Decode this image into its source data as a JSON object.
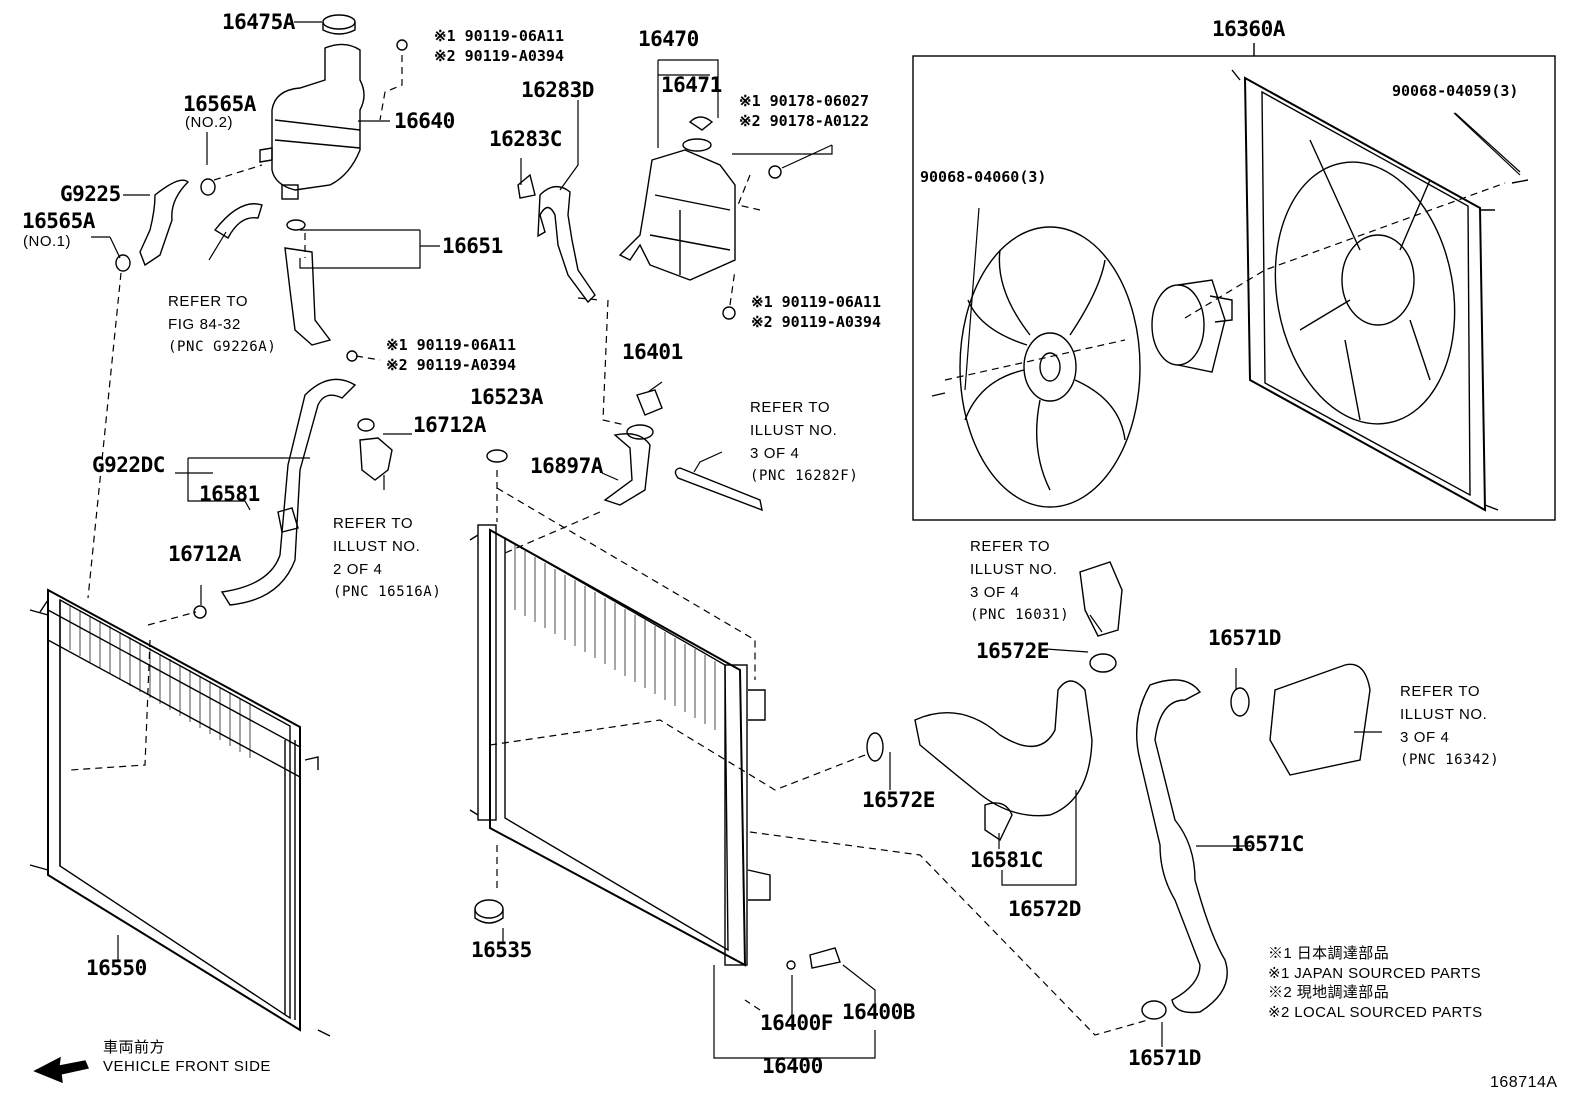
{
  "diagram_id": "168714A",
  "parts": {
    "p16475A": "16475A",
    "p16565A_2": "16565A",
    "p16565A_2_note": "(NO.2)",
    "p16640": "16640",
    "p16470": "16470",
    "p16471": "16471",
    "p16283D": "16283D",
    "p16283C": "16283C",
    "p16360A": "16360A",
    "pG9225": "G9225",
    "p16565A_1": "16565A",
    "p16565A_1_note": "(NO.1)",
    "p16651": "16651",
    "p16401": "16401",
    "p16523A": "16523A",
    "p16712A_top": "16712A",
    "pG922DC": "G922DC",
    "p16581": "16581",
    "p16897A": "16897A",
    "p16712A_low": "16712A",
    "p16572E_top": "16572E",
    "p16571D_top": "16571D",
    "p16572E_low": "16572E",
    "p16581C": "16581C",
    "p16571C": "16571C",
    "p16572D": "16572D",
    "p16550": "16550",
    "p16535": "16535",
    "p16400F": "16400F",
    "p16400B": "16400B",
    "p16400": "16400",
    "p16571D_low": "16571D"
  },
  "bolts": {
    "b1_line1": "※1 90119-06A11",
    "b1_line2": "※2 90119-A0394",
    "b2_line1": "※1 90178-06027",
    "b2_line2": "※2 90178-A0122",
    "b3_line1": "※1 90119-06A11",
    "b3_line2": "※2 90119-A0394",
    "b4_line1": "※1 90119-06A11",
    "b4_line2": "※2 90119-A0394",
    "fan_bolt_a": "90068-04059(3)",
    "fan_bolt_b": "90068-04060(3)"
  },
  "refs": {
    "r1": {
      "l1": "REFER TO",
      "l2": "FIG 84-32",
      "l3": "(PNC G9226A)"
    },
    "r2": {
      "l1": "REFER TO",
      "l2": "ILLUST NO.",
      "l3": "3 OF 4",
      "l4": "(PNC 16282F)"
    },
    "r3": {
      "l1": "REFER TO",
      "l2": "ILLUST NO.",
      "l3": "2 OF 4",
      "l4": "(PNC 16516A)"
    },
    "r4": {
      "l1": "REFER TO",
      "l2": "ILLUST NO.",
      "l3": "3 OF 4",
      "l4": "(PNC 16031)"
    },
    "r5": {
      "l1": "REFER TO",
      "l2": "ILLUST NO.",
      "l3": "3 OF 4",
      "l4": "(PNC 16342)"
    }
  },
  "legend": {
    "l1": "※1  日本調達部品",
    "l2": "※1  JAPAN SOURCED PARTS",
    "l3": "※2  現地調達部品",
    "l4": "※2  LOCAL SOURCED PARTS"
  },
  "direction": {
    "jp": "車両前方",
    "en": "VEHICLE FRONT SIDE"
  }
}
